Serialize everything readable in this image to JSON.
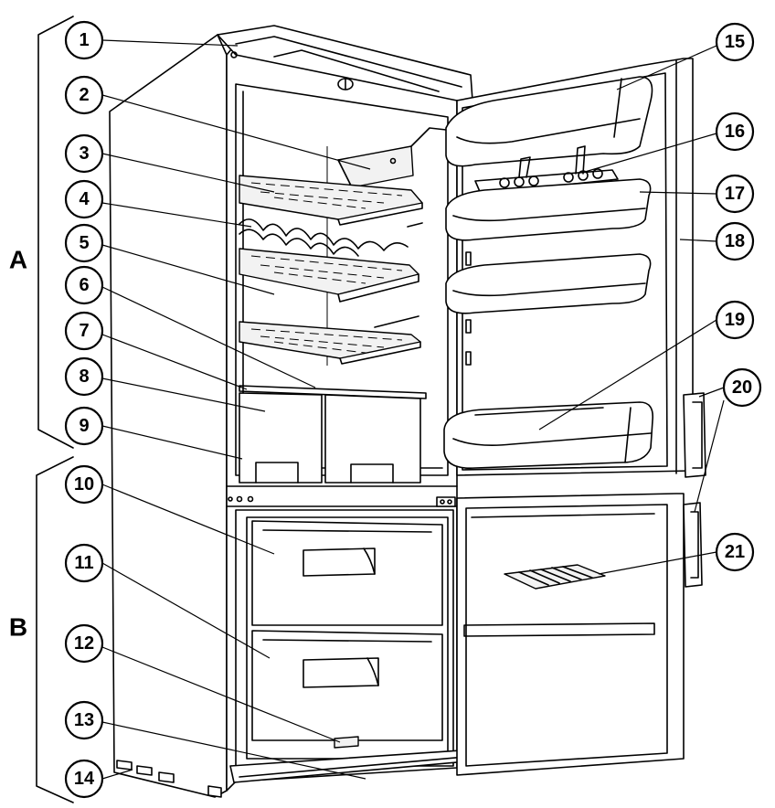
{
  "sections": [
    {
      "id": "A",
      "label": "A"
    },
    {
      "id": "B",
      "label": "B"
    }
  ],
  "callouts": [
    {
      "id": "1",
      "label": "1"
    },
    {
      "id": "2",
      "label": "2"
    },
    {
      "id": "3",
      "label": "3"
    },
    {
      "id": "4",
      "label": "4"
    },
    {
      "id": "5",
      "label": "5"
    },
    {
      "id": "6",
      "label": "6"
    },
    {
      "id": "7",
      "label": "7"
    },
    {
      "id": "8",
      "label": "8"
    },
    {
      "id": "9",
      "label": "9"
    },
    {
      "id": "10",
      "label": "10"
    },
    {
      "id": "11",
      "label": "11"
    },
    {
      "id": "12",
      "label": "12"
    },
    {
      "id": "13",
      "label": "13"
    },
    {
      "id": "14",
      "label": "14"
    },
    {
      "id": "15",
      "label": "15"
    },
    {
      "id": "16",
      "label": "16"
    },
    {
      "id": "17",
      "label": "17"
    },
    {
      "id": "18",
      "label": "18"
    },
    {
      "id": "19",
      "label": "19"
    },
    {
      "id": "20",
      "label": "20"
    },
    {
      "id": "21",
      "label": "21"
    }
  ]
}
